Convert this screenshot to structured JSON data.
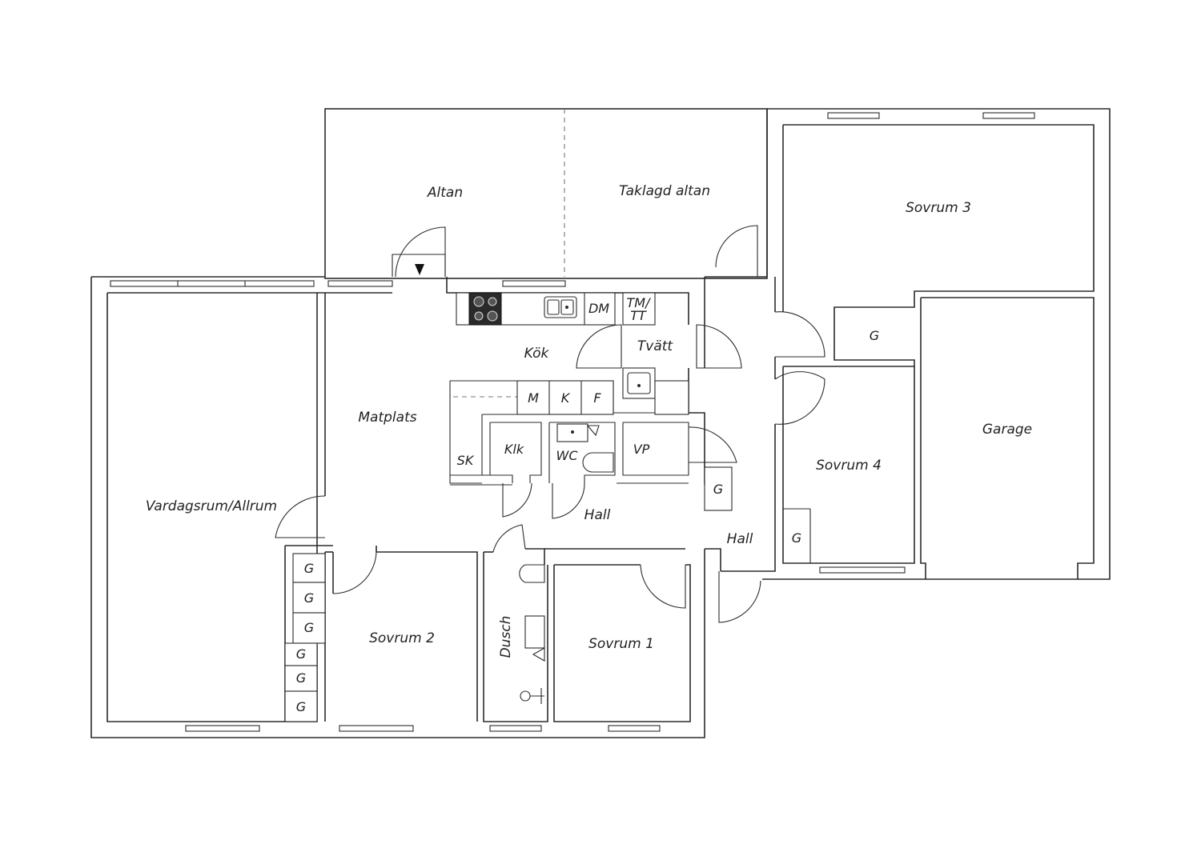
{
  "rooms": {
    "altan": "Altan",
    "taklagd_altan": "Taklagd altan",
    "sovrum3": "Sovrum 3",
    "kok": "Kök",
    "tvatt": "Tvätt",
    "matplats": "Matplats",
    "vardagsrum": "Vardagsrum/Allrum",
    "garage": "Garage",
    "sovrum4": "Sovrum 4",
    "hall1": "Hall",
    "hall2": "Hall",
    "sovrum2": "Sovrum 2",
    "sovrum1": "Sovrum 1",
    "dusch": "Dusch",
    "klk": "Klk",
    "wc": "WC",
    "vp": "VP",
    "sk": "SK"
  },
  "fixtures": {
    "dm": "DM",
    "tm_tt_1": "TM/",
    "tm_tt_2": "TT",
    "m": "M",
    "k": "K",
    "f": "F",
    "g": "G"
  }
}
